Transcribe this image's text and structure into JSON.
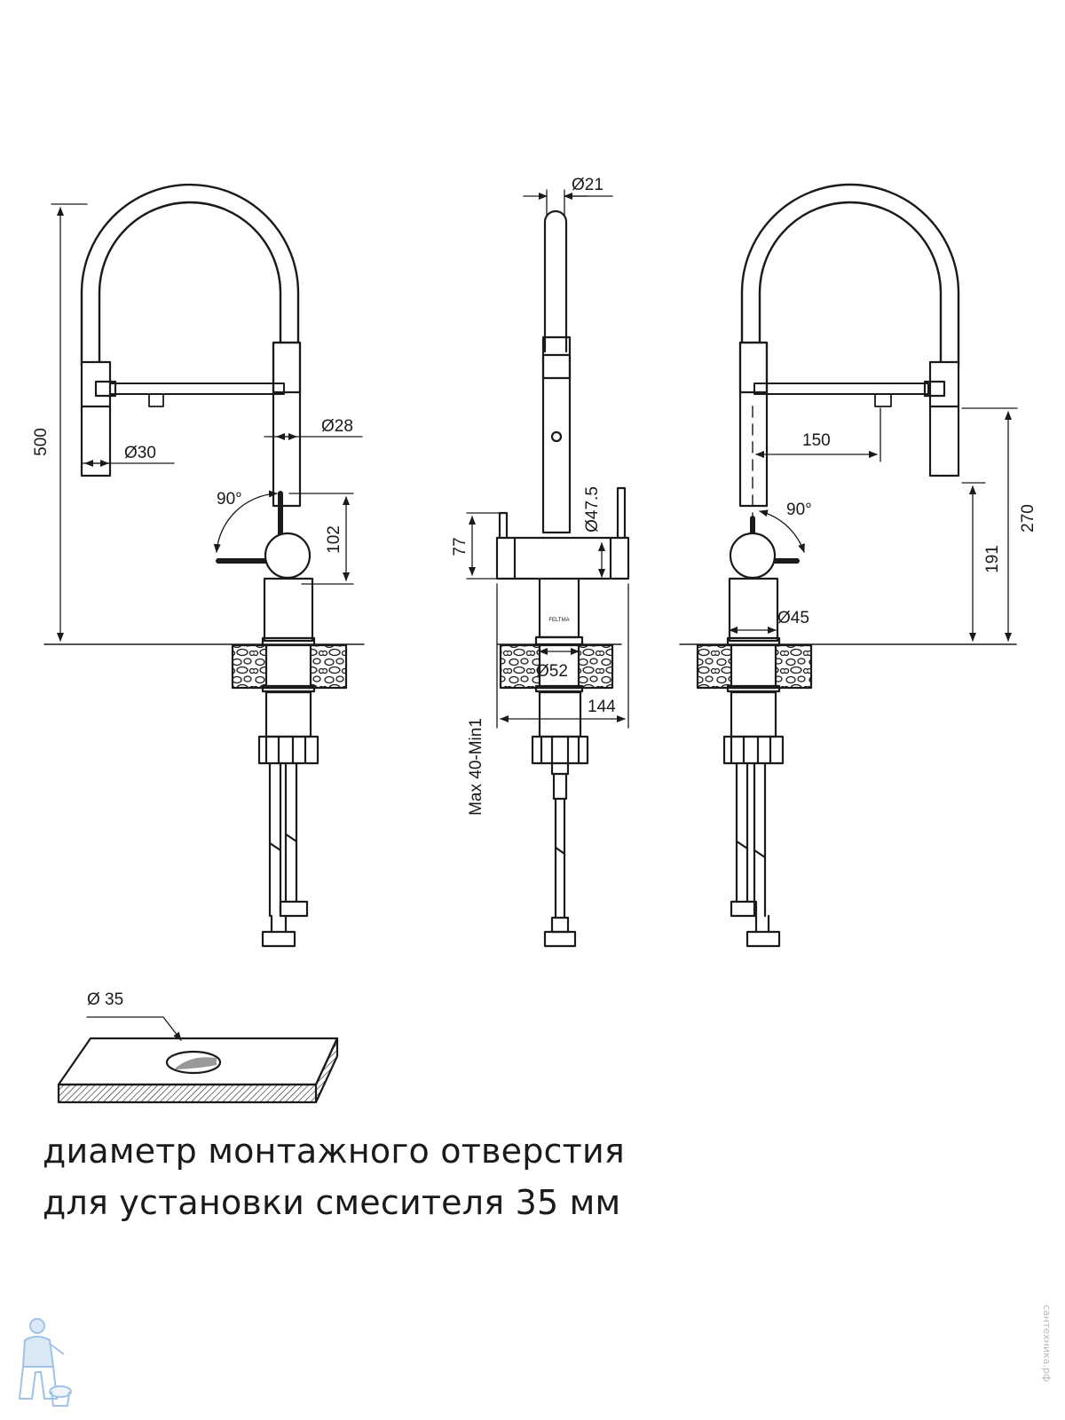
{
  "views": {
    "left": {
      "height_label": "500",
      "tube_diameter_label": "Ø28",
      "head_diameter_label": "Ø30",
      "rotation_label": "90°",
      "lever_label": "102"
    },
    "center": {
      "tube_diameter_label": "Ø21",
      "body_diameter_label": "Ø47.5",
      "body_height_label": "77",
      "base_diameter_label": "Ø52",
      "width_label": "144",
      "thickness_label": "Max 40-Min1",
      "brand_mark": "FELTMA"
    },
    "right": {
      "reach_label": "150",
      "rotation_label": "90°",
      "spout_height_label": "191",
      "head_height_label": "270",
      "base_diameter_label": "Ø45"
    }
  },
  "hole_detail": {
    "diameter_label": "Ø 35"
  },
  "caption": {
    "line1": "диаметр монтажного отверстия",
    "line2": "для установки смесителя 35 мм"
  },
  "watermark": {
    "text": "сантехника.рф",
    "icon": "plumber-mascot-icon"
  },
  "colors": {
    "line": "#1a1a1a",
    "watermark": "#9fc3e6"
  }
}
